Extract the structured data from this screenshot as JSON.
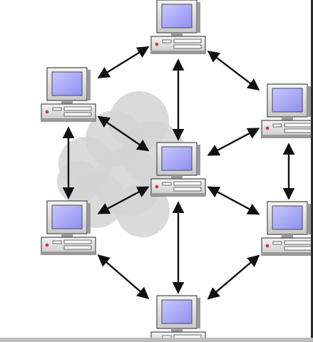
{
  "diagram": {
    "type": "mesh-network",
    "icon": "computer-icon",
    "colors": {
      "screen": "#8e8ff0",
      "screen_glow": "#c8c8ff",
      "case": "#e6e6e6",
      "case_shadow": "#9a9a9a",
      "outline": "#4a4a4a",
      "led": "#d23a3a",
      "arrow": "#111111",
      "cloud": "#d4d4d4"
    },
    "nodes": [
      {
        "id": "top"
      },
      {
        "id": "upper-left"
      },
      {
        "id": "upper-right"
      },
      {
        "id": "center"
      },
      {
        "id": "lower-left"
      },
      {
        "id": "lower-right"
      },
      {
        "id": "bottom"
      }
    ],
    "links": [
      {
        "from": "top",
        "to": "upper-left"
      },
      {
        "from": "top",
        "to": "upper-right"
      },
      {
        "from": "top",
        "to": "center"
      },
      {
        "from": "upper-left",
        "to": "center"
      },
      {
        "from": "upper-left",
        "to": "lower-left"
      },
      {
        "from": "upper-right",
        "to": "center"
      },
      {
        "from": "upper-right",
        "to": "lower-right"
      },
      {
        "from": "center",
        "to": "lower-left"
      },
      {
        "from": "center",
        "to": "lower-right"
      },
      {
        "from": "center",
        "to": "bottom"
      },
      {
        "from": "lower-left",
        "to": "bottom"
      },
      {
        "from": "lower-right",
        "to": "bottom"
      }
    ]
  }
}
